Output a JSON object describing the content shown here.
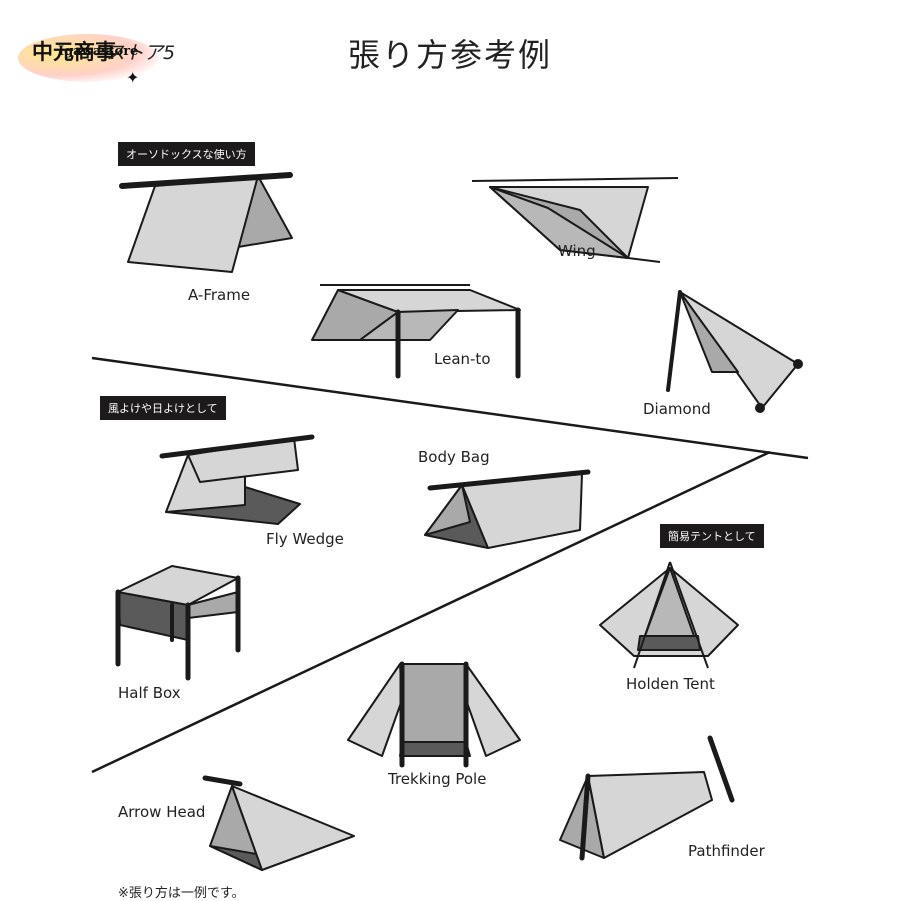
{
  "title": "張り方参考例",
  "logo": {
    "main": "中元商事",
    "sub": "Igawastore",
    "tail": "ストア5"
  },
  "sections": [
    {
      "label": "オーソドックスな使い方"
    },
    {
      "label": "風よけや日よけとして"
    },
    {
      "label": "簡易テントとして"
    }
  ],
  "setups": [
    "A-Frame",
    "Wing",
    "Lean-to",
    "Diamond",
    "Fly Wedge",
    "Body Bag",
    "Half Box",
    "Holden Tent",
    "Trekking Pole",
    "Arrow Head",
    "Pathfinder"
  ],
  "footnote": "※張り方は一例です。",
  "colors": {
    "fabric": "#d6d6d6",
    "shade": "#a9a9a9",
    "dark": "#5a5a5a",
    "line": "#1a1a1a",
    "tag_bg": "#1c1a1a"
  }
}
